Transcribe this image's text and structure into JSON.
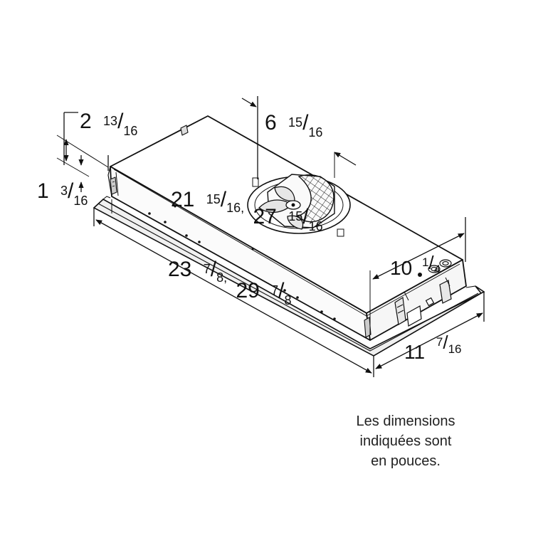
{
  "dimensions": {
    "top_height": "2 13/16",
    "side_height": "1 3/16",
    "fan_offset": "6 15/16",
    "inner_length": "21 15/16, 27 15/16",
    "outer_length": "23 7/8, 29 7/8",
    "inner_depth": "10 1/4",
    "outer_depth": "11 7/16"
  },
  "dimension_parts": {
    "top_height": {
      "whole": "2",
      "num": "13",
      "den": "16"
    },
    "side_height": {
      "whole": "1",
      "num": "3",
      "den": "16"
    },
    "fan_offset": {
      "whole": "6",
      "num": "15",
      "den": "16"
    },
    "inner_length_a": {
      "whole": "21",
      "num": "15",
      "den": "16,"
    },
    "inner_length_b": {
      "whole": "27",
      "num": "15",
      "den": "16"
    },
    "outer_length_a": {
      "whole": "23",
      "num": "7",
      "den": "8,"
    },
    "outer_length_b": {
      "whole": "29",
      "num": "7",
      "den": "8"
    },
    "inner_depth": {
      "whole": "10",
      "num": "1",
      "den": "4"
    },
    "outer_depth": {
      "whole": "11",
      "num": "7",
      "den": "16"
    }
  },
  "note": {
    "line1": "Les dimensions",
    "line2": "indiquées sont",
    "line3": "en pouces."
  },
  "colors": {
    "line": "#111111",
    "panel": "#f7f7f7",
    "face": "#ffffff"
  }
}
